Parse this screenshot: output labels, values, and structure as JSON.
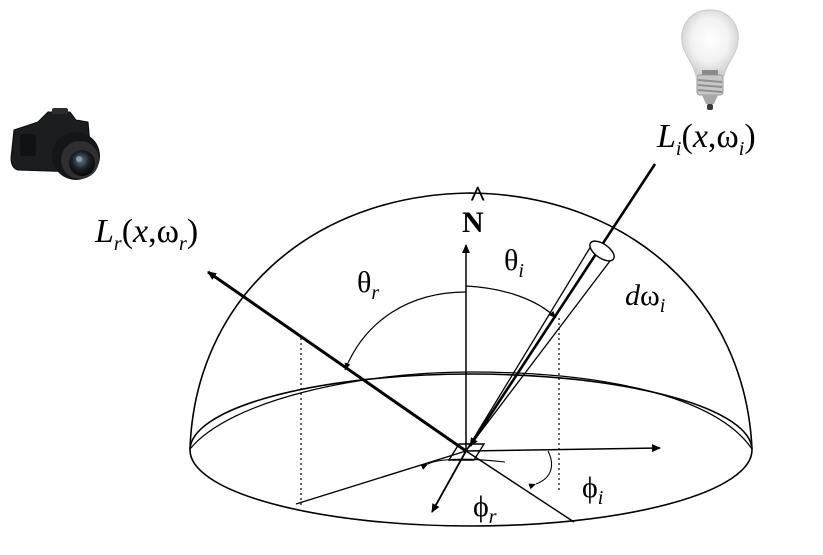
{
  "labels": {
    "incident_radiance": {
      "base": "L",
      "sub": "i",
      "paren_open": "(",
      "x": "x",
      "comma": ",",
      "omega": "ω",
      "omega_sub": "i",
      "paren_close": ")"
    },
    "reflected_radiance": {
      "base": "L",
      "sub": "r",
      "paren_open": "(",
      "x": "x",
      "comma": ",",
      "omega": "ω",
      "omega_sub": "r",
      "paren_close": ")"
    },
    "normal": {
      "base": "N",
      "hat": "^"
    },
    "theta_i": {
      "base": "θ",
      "sub": "i"
    },
    "theta_r": {
      "base": "θ",
      "sub": "r"
    },
    "phi_i": {
      "base": "ϕ",
      "sub": "i"
    },
    "phi_r": {
      "base": "ϕ",
      "sub": "r"
    },
    "solid_angle": {
      "d": "d",
      "omega": "ω",
      "sub": "i"
    }
  },
  "icons": {
    "camera": "camera-icon",
    "light_bulb": "light-bulb-icon"
  },
  "colors": {
    "line": "#000000",
    "background": "#ffffff"
  }
}
